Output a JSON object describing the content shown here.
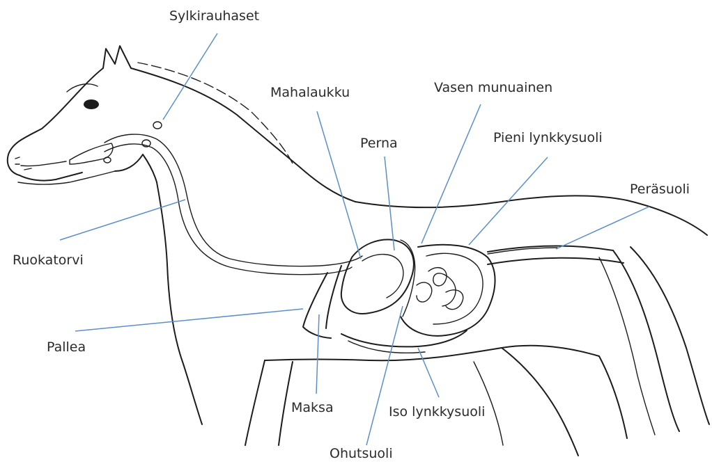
{
  "colors": {
    "leader_line": "#5b8fc9",
    "outline": "#1c1c1c",
    "text": "#2b2b2b"
  },
  "labels": {
    "sylkirauhaset": "Sylkirauhaset",
    "mahalaukku": "Mahalaukku",
    "vasen_munuainen": "Vasen munuainen",
    "perna": "Perna",
    "pieni_lynkkysuoli": "Pieni lynkkysuoli",
    "perasuoli": "Peräsuoli",
    "ruokatorvi": "Ruokatorvi",
    "pallea": "Pallea",
    "maksa": "Maksa",
    "iso_lynkkysuoli": "Iso lynkkysuoli",
    "ohutsuoli": "Ohutsuoli"
  }
}
